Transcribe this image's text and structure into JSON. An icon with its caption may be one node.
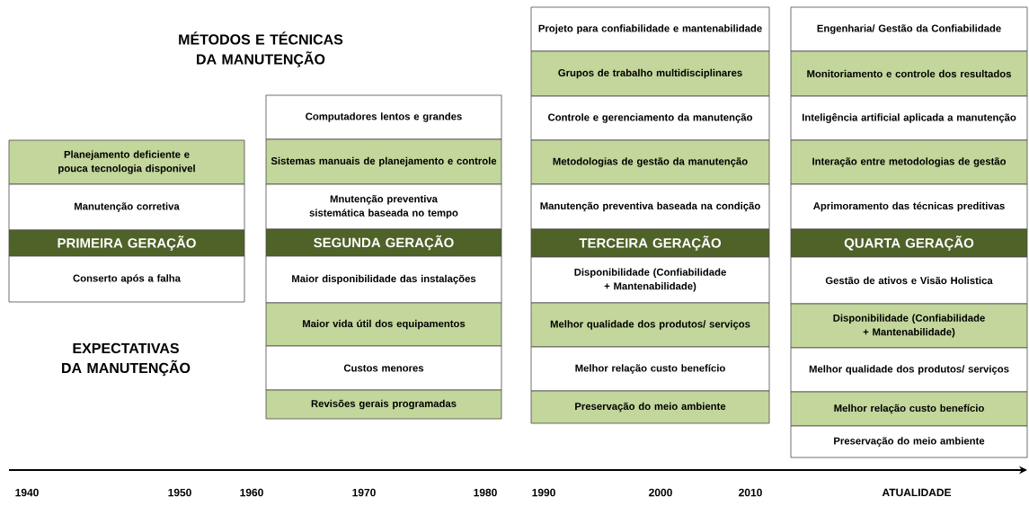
{
  "diagram": {
    "nodes": [
      {
        "text": [
          "Planejamento deficiente e pouca tecnologia disponivel"
        ]
      },
      {
        "text": [
          "Manutenção corretiva"
        ]
      },
      {
        "text": [
          "PRIMEIRA GERAÇÃO"
        ]
      },
      {
        "text": [
          "Conserto após a falha"
        ]
      },
      {
        "text": [
          "Computadores lentos e grandes"
        ]
      },
      {
        "text": [
          "Sistemas manuais de planejamento e controle"
        ]
      },
      {
        "text": [
          "Mnutenção preventiva sistemática baseada no tempo"
        ]
      },
      {
        "text": [
          "SEGUNDA GERAÇÃO"
        ]
      },
      {
        "text": [
          "Maior disponibilidade das instalações"
        ]
      },
      {
        "text": [
          "Maior vida útil dos equipamentos"
        ]
      },
      {
        "text": [
          "Custos menores"
        ]
      },
      {
        "text": [
          "Revisões gerais programadas"
        ]
      },
      {
        "text": [
          "Projeto para confiabilidade e mantenabilidade"
        ]
      },
      {
        "text": [
          "Grupos de trabalho multidisciplinares"
        ]
      },
      {
        "text": [
          "Controle e gerenciamento da manutenção"
        ]
      },
      {
        "text": [
          "Metodologias de gestão da manutenção"
        ]
      },
      {
        "text": [
          "Manutenção preventiva baseada na condição"
        ]
      },
      {
        "text": [
          "TERCEIRA GERAÇÃO"
        ]
      },
      {
        "text": [
          "Disponibilidade (Confiabilidade + Mantenabilidade)"
        ]
      },
      {
        "text": [
          "Melhor qualidade dos produtos/ serviços"
        ]
      },
      {
        "text": [
          "Melhor relação custo benefício"
        ]
      },
      {
        "text": [
          "Preservação do meio ambiente"
        ]
      },
      {
        "text": [
          "Engenharia/ Gestão da Confiabilidade"
        ]
      },
      {
        "text": [
          "Monitoriamento e controle dos resultados"
        ]
      },
      {
        "text": [
          "Inteligência artificial aplicada a manutenção"
        ]
      },
      {
        "text": [
          "Interação  entre metodologias de gestão"
        ]
      },
      {
        "text": [
          "Aprimoramento das técnicas preditivas"
        ]
      },
      {
        "text": [
          "QUARTA GERAÇÃO"
        ]
      },
      {
        "text": [
          "Gestão de ativos e Visão Holistica"
        ]
      },
      {
        "text": [
          "Disponibilidade (Confiabilidade + Mantenabilidade)"
        ]
      },
      {
        "text": [
          "Melhor qualidade dos produtos/ serviços"
        ]
      },
      {
        "text": [
          "Melhor relação custo benefício"
        ]
      },
      {
        "text": [
          "Preservação do meio ambiente"
        ]
      }
    ],
    "labels": [
      "MÉTODOS E TÉCNICAS DA MANUTENÇÃO",
      "EXPECTATIVAS DA MANUTENÇÃO",
      "1940",
      "1950",
      "1960",
      "1970",
      "1980",
      "1990",
      "2000",
      "2010",
      "ATUALIDADE"
    ]
  }
}
